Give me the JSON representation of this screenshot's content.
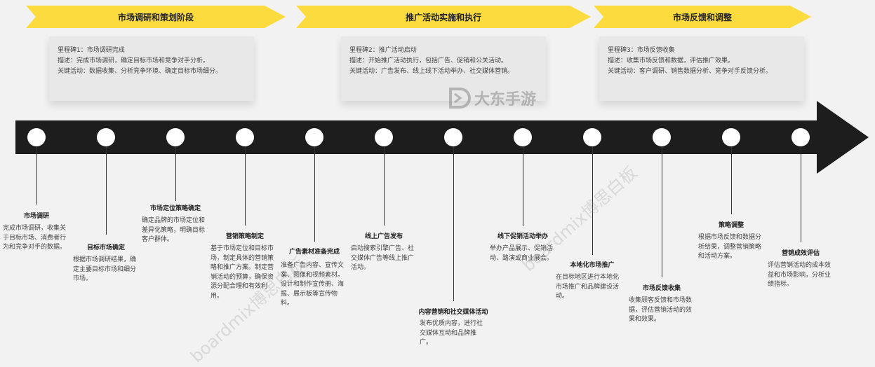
{
  "phases": [
    {
      "label": "市场调研和策划阶段"
    },
    {
      "label": "推广活动实施和执行"
    },
    {
      "label": "市场反馈和调整"
    }
  ],
  "milestones": [
    {
      "title": "里程碑1：市场调研完成",
      "desc": "描述：完成市场调研，确定目标市场和竞争对手分析。",
      "activities": "关键活动：数据收集、分析竞争环境、确定目标市场细分。"
    },
    {
      "title": "里程碑2：推广活动启动",
      "desc": "描述：开始推广活动执行，包括广告、促销和公关活动。",
      "activities": "关键活动：广告发布、线上线下活动举办、社交媒体营销。"
    },
    {
      "title": "里程碑3：市场反馈收集",
      "desc": "描述：收集市场反馈和数据，评估推广效果。",
      "activities": "关键活动：客户调研、销售数据分析、竞争对手反馈分析。"
    }
  ],
  "events": [
    {
      "title": "市场调研",
      "desc": "完成市场调研，收集关于目标市场、消费者行为和竞争对手的数据。"
    },
    {
      "title": "目标市场确定",
      "desc": "根据市场调研结果，确定主要目标市场和细分市场。"
    },
    {
      "title": "市场定位策略确定",
      "desc": "确定品牌的市场定位和差异化策略，明确目标客户群体。"
    },
    {
      "title": "营销策略制定",
      "desc": "基于市场定位和目标市场，制定具体的营销策略和推广方案。制定营销活动的预算，确保资源分配合理和有效利用。"
    },
    {
      "title": "广告素材准备完成",
      "desc": "准备广告内容、宣传文案、图像和视频素材。设计和制作宣传册、海报、展示板等宣传物料。"
    },
    {
      "title": "线上广告发布",
      "desc": "启动搜索引擎广告、社交媒体广告等线上推广活动。"
    },
    {
      "title": "内容营销和社交媒体活动",
      "desc": "发布优质内容，进行社交媒体互动和品牌推广。"
    },
    {
      "title": "线下促销活动举办",
      "desc": "举办产品展示、促销活动、路演或商业展会。"
    },
    {
      "title": "本地化市场推广",
      "desc": "在目标地区进行本地化市场推广和品牌建设活动。"
    },
    {
      "title": "市场反馈收集",
      "desc": "收集顾客反馈和市场数据，评估营销活动的效果和效果。"
    },
    {
      "title": "策略调整",
      "desc": "根据市场反馈和数据分析结果，调整营销策略和活动方案。"
    },
    {
      "title": "营销成效评估",
      "desc": "评估营销活动的成本效益和市场影响，分析业绩指标。"
    }
  ],
  "watermarks": {
    "logo_text": "大东手游",
    "diagonal_text": "boardmix博思白板"
  }
}
